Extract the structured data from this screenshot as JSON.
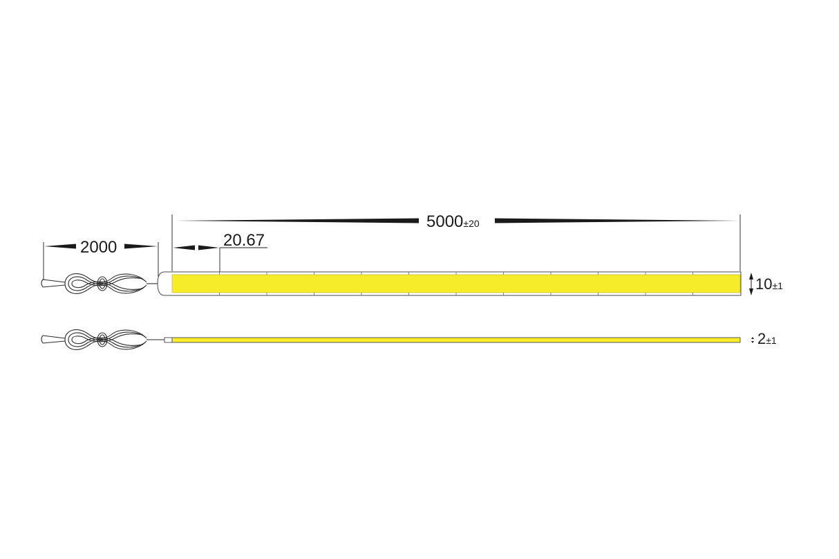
{
  "drawing": {
    "segments_count": 12,
    "strip_color": "#f7ec2a",
    "line_color": "#1a1a1a"
  },
  "dimensions": {
    "length": {
      "value": "5000",
      "tolerance": "±20"
    },
    "cable_length": {
      "value": "2000"
    },
    "cut_pitch": {
      "value": "20.67"
    },
    "width": {
      "value": "10",
      "tolerance": "±1"
    },
    "thickness": {
      "value": "2",
      "tolerance": "±1"
    }
  }
}
